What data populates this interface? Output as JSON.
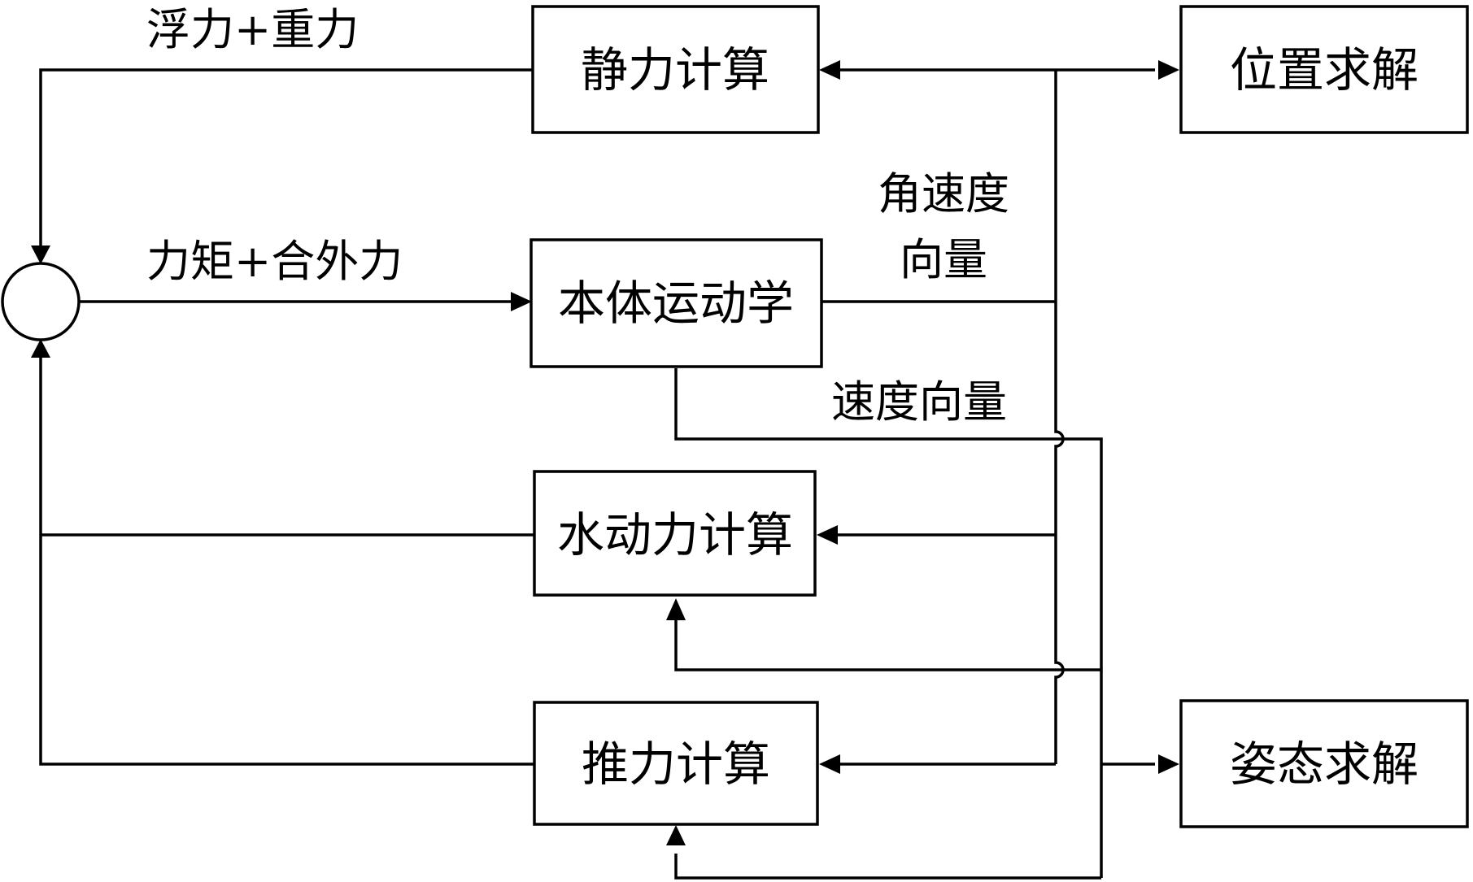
{
  "boxes": {
    "static_force": "静力计算",
    "position_solve": "位置求解",
    "body_kinematics": "本体运动学",
    "hydrodynamic": "水动力计算",
    "thrust": "推力计算",
    "attitude_solve": "姿态求解"
  },
  "labels": {
    "buoyancy_gravity": "浮力+重力",
    "torque_force": "力矩+合外力",
    "angular_velocity_line1": "角速度",
    "angular_velocity_line2": "向量",
    "velocity_vector": "速度向量"
  }
}
